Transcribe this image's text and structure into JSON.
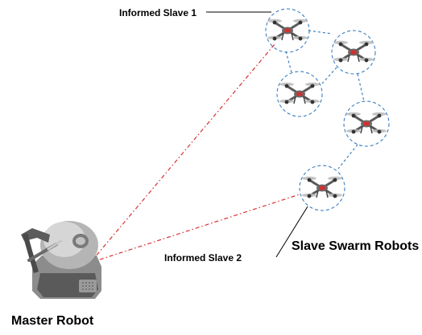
{
  "labels": {
    "informed_slave_1": "Informed Slave 1",
    "informed_slave_2": "Informed Slave 2",
    "swarm": "Slave Swarm Robots",
    "master": "Master Robot"
  },
  "colors": {
    "link_red": "#d93030",
    "swarm_link_blue": "#3a7fc0",
    "drone_circle": "#3a7fc0",
    "pointer_line": "#000000"
  },
  "icons": {
    "master": "haptic-master-device-icon",
    "drone": "quadcopter-drone-icon"
  }
}
